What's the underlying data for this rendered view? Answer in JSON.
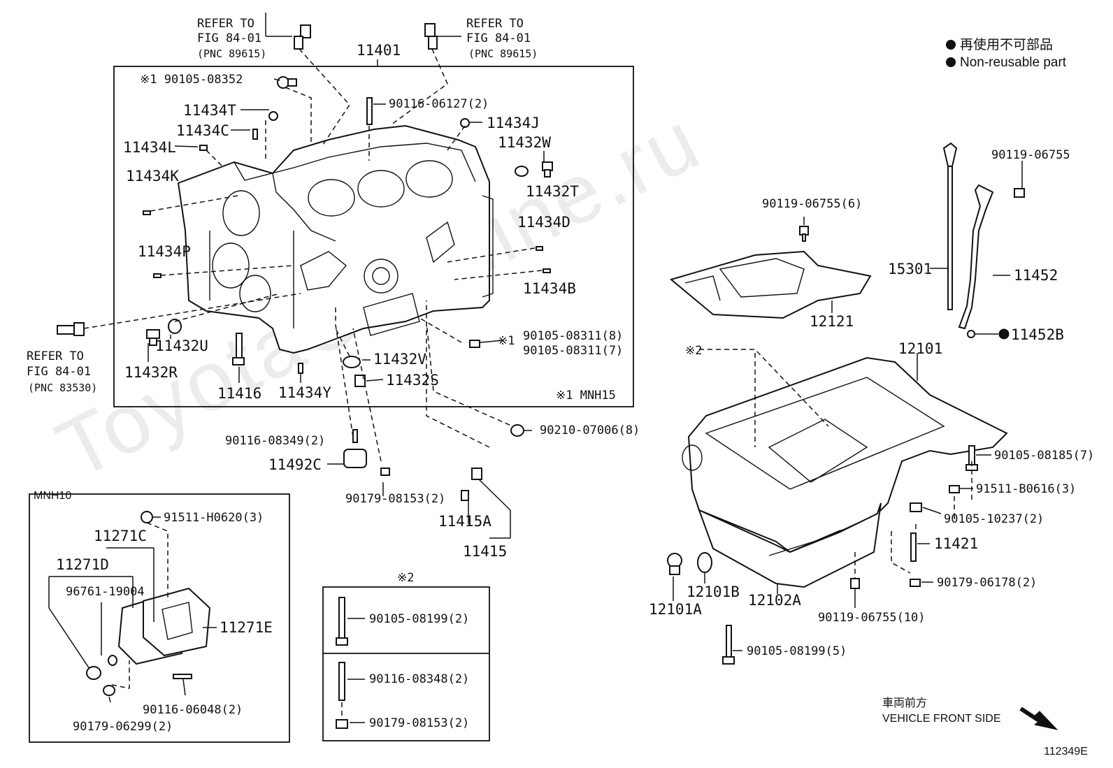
{
  "watermark": "ToyotaCarMine.ru",
  "legend": {
    "line1": "再使用不可部品",
    "line2": "Non-reusable part"
  },
  "refer": {
    "a": {
      "line1": "REFER TO",
      "line2": "FIG 84-01",
      "line3": "(PNC 89615)"
    },
    "b": {
      "line1": "REFER TO",
      "line2": "FIG 84-01",
      "line3": "(PNC 89615)"
    },
    "c": {
      "line1": "REFER TO",
      "line2": "FIG 84-01",
      "line3": "(PNC 83530)"
    }
  },
  "block": {
    "title": "11401",
    "note": "※1 MNH15",
    "labels": {
      "l_9010508352": "※1 90105-08352",
      "l_9011606127": "90116-06127(2)",
      "l_11434T": "11434T",
      "l_11434C": "11434C",
      "l_11434L": "11434L",
      "l_11434K": "11434K",
      "l_11434J": "11434J",
      "l_11432W": "11432W",
      "l_11432T": "11432T",
      "l_11434D": "11434D",
      "l_11434P": "11434P",
      "l_11434B": "11434B",
      "l_9010508311a": "90105-08311(8)",
      "l_9010508311b": "90105-08311(7)",
      "l_note1": "※1",
      "l_11432U": "11432U",
      "l_11432R": "11432R",
      "l_11416": "11416",
      "l_11434Y": "11434Y",
      "l_11432V": "11432V",
      "l_11432S": "11432S"
    }
  },
  "mid": {
    "l_9011608349": "90116-08349(2)",
    "l_11492C": "11492C",
    "l_9017908153": "90179-08153(2)",
    "l_9021007006": "90210-07006(8)",
    "l_11415A": "11415A",
    "l_11415": "11415"
  },
  "mnh10": {
    "title": "MNH10",
    "l_91511H0620": "91511-H0620(3)",
    "l_11271C": "11271C",
    "l_11271D": "11271D",
    "l_9676119004": "96761-19004",
    "l_11271E": "11271E",
    "l_9011606048": "90116-06048(2)",
    "l_9017906299": "90179-06299(2)"
  },
  "note2box": {
    "title": "※2",
    "l_9010508199": "90105-08199(2)",
    "l_9011608348": "90116-08348(2)",
    "l_9017908153": "90179-08153(2)"
  },
  "right": {
    "l_9011906755top": "90119-06755",
    "l_9011906755x6": "90119-06755(6)",
    "l_15301": "15301",
    "l_11452": "11452",
    "l_11452B": "11452B",
    "l_12121": "12121",
    "l_note2": "※2",
    "l_12101": "12101",
    "l_9010508185": "90105-08185(7)",
    "l_91511B0616": "91511-B0616(3)",
    "l_9010510237": "90105-10237(2)",
    "l_11421": "11421",
    "l_9017906178": "90179-06178(2)",
    "l_12101A": "12101A",
    "l_12101B": "12101B",
    "l_12102A": "12102A",
    "l_9011906755x10": "90119-06755(10)",
    "l_9010508199x5": "90105-08199(5)"
  },
  "front": {
    "jp": "車両前方",
    "en": "VEHICLE FRONT SIDE"
  },
  "figure_id": "112349E"
}
